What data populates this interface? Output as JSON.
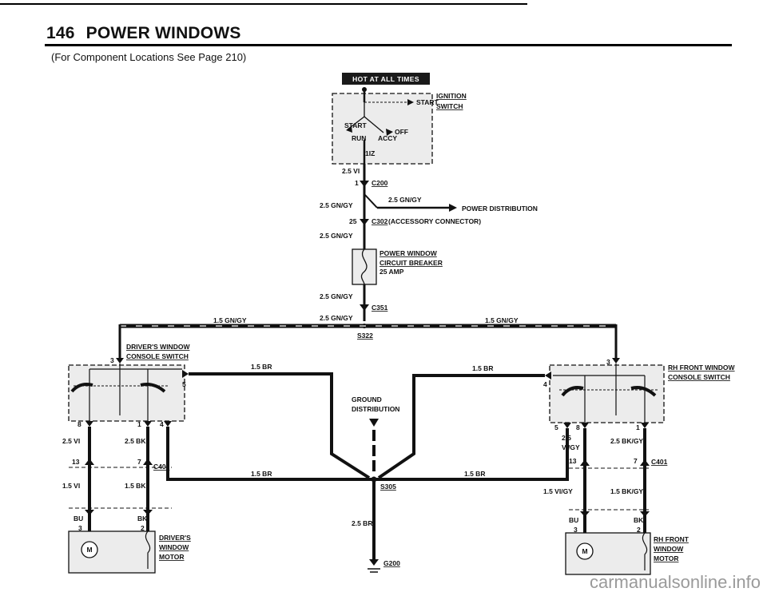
{
  "page": {
    "number": "146",
    "title": "POWER WINDOWS",
    "subtitle": "(For Component Locations See Page 210)",
    "watermark": "carmanualsonline.info"
  },
  "labels": {
    "hot": "HOT AT ALL TIMES",
    "ignition": "IGNITION",
    "switch": "SWITCH",
    "start_pos": "START",
    "start_l": "START",
    "off": "OFF",
    "run": "RUN",
    "accy": "ACCY",
    "fuse": "1IZ",
    "w_25vi": "2.5 VI",
    "pin1": "1",
    "c200": "C200",
    "w_25gngy_a": "2.5 GN/GY",
    "w_25gngy_b": "2.5 GN/GY",
    "power_dist": "POWER DISTRIBUTION",
    "pin25": "25",
    "c302": "C302",
    "accessory": "(ACCESSORY CONNECTOR)",
    "w_25gngy_c": "2.5 GN/GY",
    "pw_cb_1": "POWER WINDOW",
    "pw_cb_2": "CIRCUIT BREAKER",
    "pw_cb_3": "25 AMP",
    "w_25gngy_d": "2.5 GN/GY",
    "c351": "C351",
    "w_25gngy_e": "2.5 GN/GY",
    "s322": "S322",
    "w_15gngy_l": "1.5 GN/GY",
    "w_15gngy_r": "1.5 GN/GY",
    "drv_sw_1": "DRIVER'S WINDOW",
    "drv_sw_2": "CONSOLE SWITCH",
    "pin3_l": "3",
    "pin5_l": "5",
    "w_15br_top_l": "1.5 BR",
    "w_15br_top_r": "1.5 BR",
    "ground_1": "GROUND",
    "ground_2": "DISTRIBUTION",
    "pin8_l": "8",
    "pin1_l": "1",
    "pin4_l": "4",
    "w_25vi_l": "2.5 VI",
    "w_25bk_l": "2.5 BK",
    "pin13_l": "13",
    "pin7_l": "7",
    "c402": "C402",
    "w_15vi_l": "1.5 VI",
    "w_15bk_l": "1.5 BK",
    "w_15br_bot_l": "1.5 BR",
    "w_15br_bot_r": "1.5 BR",
    "s305": "S305",
    "bu_l": "BU",
    "bk_l": "BK",
    "pin3_lm": "3",
    "pin2_lm": "2",
    "drv_mot_1": "DRIVER'S",
    "drv_mot_2": "WINDOW",
    "drv_mot_3": "MOTOR",
    "w_25br": "2.5 BR",
    "g200": "G200",
    "rh_sw_1": "RH FRONT WINDOW",
    "rh_sw_2": "CONSOLE SWITCH",
    "pin3_r": "3",
    "pin4_r": "4",
    "pin5_r": "5",
    "pin8_r": "8",
    "pin1_r": "1",
    "w_25_r": "2.5",
    "w_vigy_r": "VI/GY",
    "w_25bkgy_r": "2.5 BK/GY",
    "pin13_r": "13",
    "pin7_r": "7",
    "c401": "C401",
    "w_15vigy_r": "1.5 VI/GY",
    "w_15bkgy_r": "1.5 BK/GY",
    "bu_r": "BU",
    "bk_r": "BK",
    "pin3_rm": "3",
    "pin2_rm": "2",
    "rh_mot_1": "RH FRONT",
    "rh_mot_2": "WINDOW",
    "rh_mot_3": "MOTOR",
    "motor_sym": "M"
  }
}
